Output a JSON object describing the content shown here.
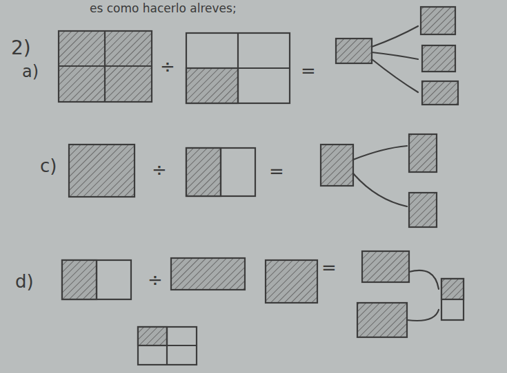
{
  "diagram": {
    "labels": [
      "es como hacerlo alreves;",
      "2)",
      "a)",
      "÷",
      "=",
      "c)",
      "÷",
      "=",
      "d)",
      "÷",
      "="
    ]
  }
}
